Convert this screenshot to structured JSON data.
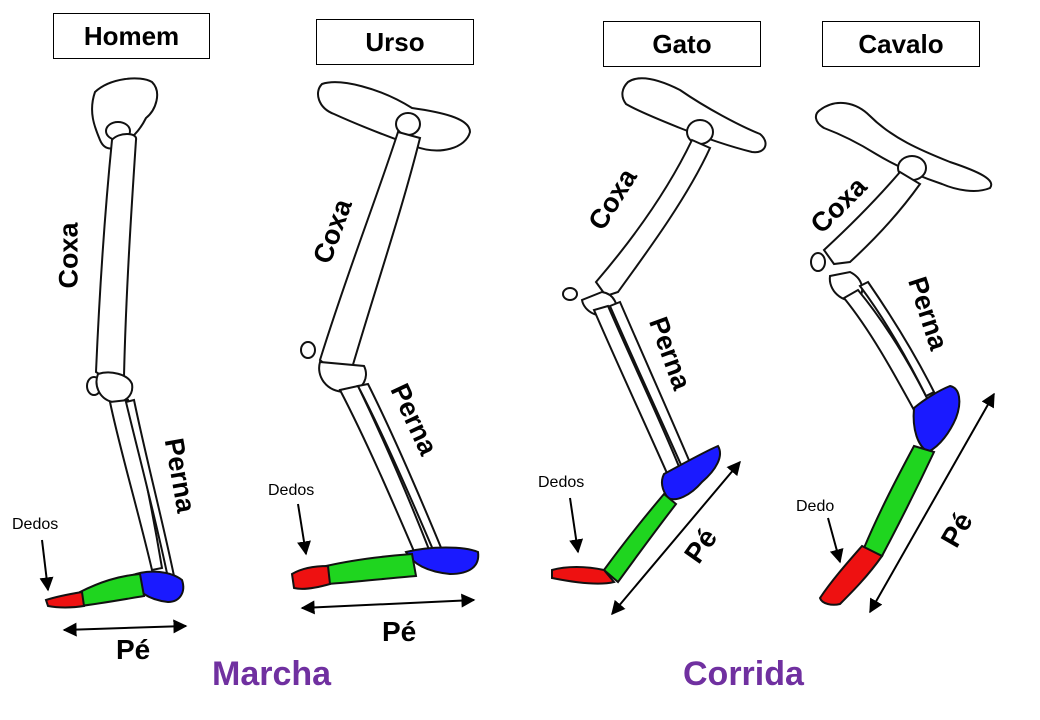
{
  "animals": [
    {
      "name": "Homem",
      "thigh": "Coxa",
      "leg": "Perna",
      "foot": "Pé",
      "digits": "Dedos"
    },
    {
      "name": "Urso",
      "thigh": "Coxa",
      "leg": "Perna",
      "foot": "Pé",
      "digits": "Dedos"
    },
    {
      "name": "Gato",
      "thigh": "Coxa",
      "leg": "Perna",
      "foot": "Pé",
      "digits": "Dedos"
    },
    {
      "name": "Cavalo",
      "thigh": "Coxa",
      "leg": "Perna",
      "foot": "Pé",
      "digits": "Dedo"
    }
  ],
  "gaits": {
    "walking": "Marcha",
    "running": "Corrida"
  },
  "colors": {
    "tarsals": "#1a1aff",
    "metatarsals": "#1fd51f",
    "phalanges": "#ee1111",
    "gait_text": "#7030a0",
    "bone_outline": "#111111"
  }
}
